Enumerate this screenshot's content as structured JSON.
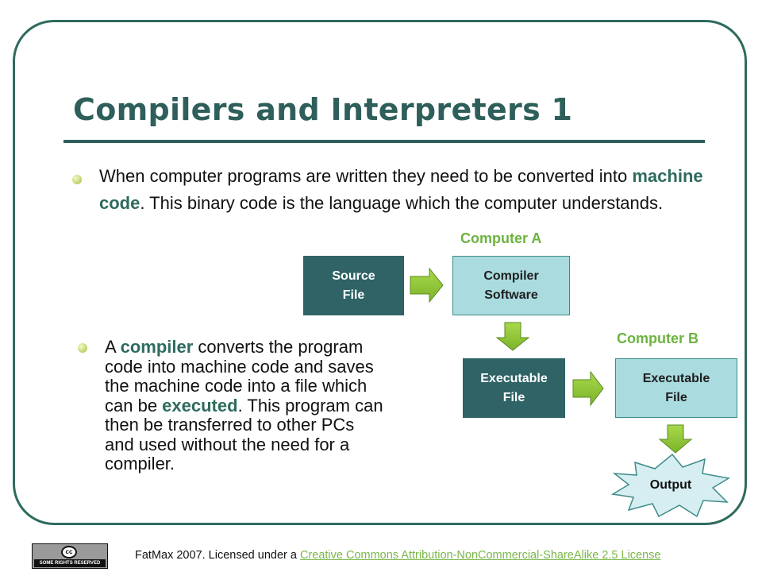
{
  "slide": {
    "title": "Compilers and Interpreters 1",
    "bullet1": {
      "pre": "When computer programs are written they need to be converted into ",
      "highlight": "machine code",
      "post": ". This binary code is the language which the computer understands."
    },
    "bullet2": {
      "pre": "A ",
      "highlight1": "compiler",
      "mid": " converts the program code into machine code and saves the machine code into a file which can be ",
      "highlight2": "executed",
      "post": ". This program can then be transferred to other PCs and used without the need for a compiler."
    }
  },
  "diagram": {
    "computer_a_label": "Computer A",
    "computer_b_label": "Computer B",
    "source_file": "Source\nFile",
    "compiler_software": "Compiler\nSoftware",
    "executable_file_a": "Executable\nFile",
    "executable_file_b": "Executable\nFile",
    "output": "Output"
  },
  "footer": {
    "cc_symbol": "cc",
    "cc_badge_text": "SOME RIGHTS RESERVED",
    "text": "FatMax 2007. Licensed under a ",
    "link_text": "Creative Commons Attribution-NonCommercial-ShareAlike 2.5 License"
  },
  "colors": {
    "accent_green": "#6db33f",
    "title_teal": "#2e5f5a",
    "dark_box": "#2f6366",
    "light_box": "#a9dbdf"
  }
}
